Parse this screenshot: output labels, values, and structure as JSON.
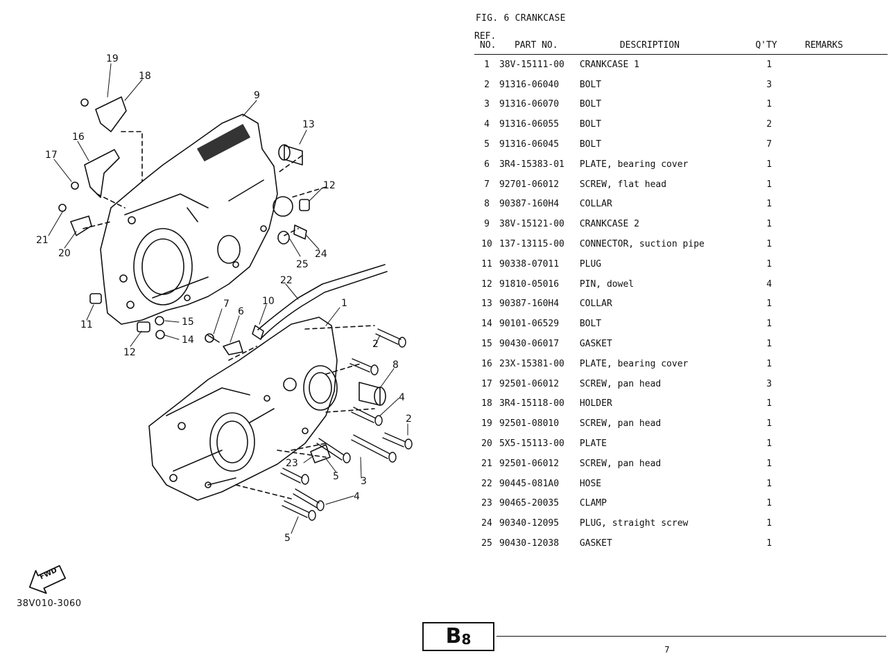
{
  "figure": {
    "label": "FIG.",
    "number": "6",
    "title": "CRANKCASE"
  },
  "table": {
    "headers": {
      "ref_line1": "REF.",
      "ref_line2": "NO.",
      "part_no": "PART NO.",
      "description": "DESCRIPTION",
      "qty": "Q'TY",
      "remarks": "REMARKS"
    },
    "rows": [
      {
        "ref": "1",
        "part_no": "38V-15111-00",
        "description": "CRANKCASE 1",
        "qty": "1",
        "remarks": ""
      },
      {
        "ref": "2",
        "part_no": "91316-06040",
        "description": "BOLT",
        "qty": "3",
        "remarks": ""
      },
      {
        "ref": "3",
        "part_no": "91316-06070",
        "description": "BOLT",
        "qty": "1",
        "remarks": ""
      },
      {
        "ref": "4",
        "part_no": "91316-06055",
        "description": "BOLT",
        "qty": "2",
        "remarks": ""
      },
      {
        "ref": "5",
        "part_no": "91316-06045",
        "description": "BOLT",
        "qty": "7",
        "remarks": ""
      },
      {
        "ref": "6",
        "part_no": "3R4-15383-01",
        "description": "PLATE, bearing cover",
        "qty": "1",
        "remarks": ""
      },
      {
        "ref": "7",
        "part_no": "92701-06012",
        "description": "SCREW, flat head",
        "qty": "1",
        "remarks": ""
      },
      {
        "ref": "8",
        "part_no": "90387-160H4",
        "description": "COLLAR",
        "qty": "1",
        "remarks": ""
      },
      {
        "ref": "9",
        "part_no": "38V-15121-00",
        "description": "CRANKCASE 2",
        "qty": "1",
        "remarks": ""
      },
      {
        "ref": "10",
        "part_no": "137-13115-00",
        "description": "CONNECTOR, suction pipe",
        "qty": "1",
        "remarks": ""
      },
      {
        "ref": "11",
        "part_no": "90338-07011",
        "description": "PLUG",
        "qty": "1",
        "remarks": ""
      },
      {
        "ref": "12",
        "part_no": "91810-05016",
        "description": "PIN, dowel",
        "qty": "4",
        "remarks": ""
      },
      {
        "ref": "13",
        "part_no": "90387-160H4",
        "description": "COLLAR",
        "qty": "1",
        "remarks": ""
      },
      {
        "ref": "14",
        "part_no": "90101-06529",
        "description": "BOLT",
        "qty": "1",
        "remarks": ""
      },
      {
        "ref": "15",
        "part_no": "90430-06017",
        "description": "GASKET",
        "qty": "1",
        "remarks": ""
      },
      {
        "ref": "16",
        "part_no": "23X-15381-00",
        "description": "PLATE, bearing cover",
        "qty": "1",
        "remarks": ""
      },
      {
        "ref": "17",
        "part_no": "92501-06012",
        "description": "SCREW, pan head",
        "qty": "3",
        "remarks": ""
      },
      {
        "ref": "18",
        "part_no": "3R4-15118-00",
        "description": "HOLDER",
        "qty": "1",
        "remarks": ""
      },
      {
        "ref": "19",
        "part_no": "92501-08010",
        "description": "SCREW, pan head",
        "qty": "1",
        "remarks": ""
      },
      {
        "ref": "20",
        "part_no": "5X5-15113-00",
        "description": "PLATE",
        "qty": "1",
        "remarks": ""
      },
      {
        "ref": "21",
        "part_no": "92501-06012",
        "description": "SCREW, pan head",
        "qty": "1",
        "remarks": ""
      },
      {
        "ref": "22",
        "part_no": "90445-081A0",
        "description": "HOSE",
        "qty": "1",
        "remarks": ""
      },
      {
        "ref": "23",
        "part_no": "90465-20035",
        "description": "CLAMP",
        "qty": "1",
        "remarks": ""
      },
      {
        "ref": "24",
        "part_no": "90340-12095",
        "description": "PLUG, straight screw",
        "qty": "1",
        "remarks": ""
      },
      {
        "ref": "25",
        "part_no": "90430-12038",
        "description": "GASKET",
        "qty": "1",
        "remarks": ""
      }
    ]
  },
  "diagram": {
    "callouts": [
      "19",
      "18",
      "9",
      "13",
      "16",
      "17",
      "12",
      "21",
      "20",
      "24",
      "25",
      "22",
      "7",
      "6",
      "10",
      "1",
      "11",
      "15",
      "14",
      "12",
      "2",
      "8",
      "4",
      "2",
      "23",
      "5",
      "3",
      "4",
      "5"
    ],
    "fwd_label": "FWD",
    "drawing_code": "38V010-3060"
  },
  "footer": {
    "section_main": "B",
    "section_sub": "8",
    "page_number": "7"
  }
}
